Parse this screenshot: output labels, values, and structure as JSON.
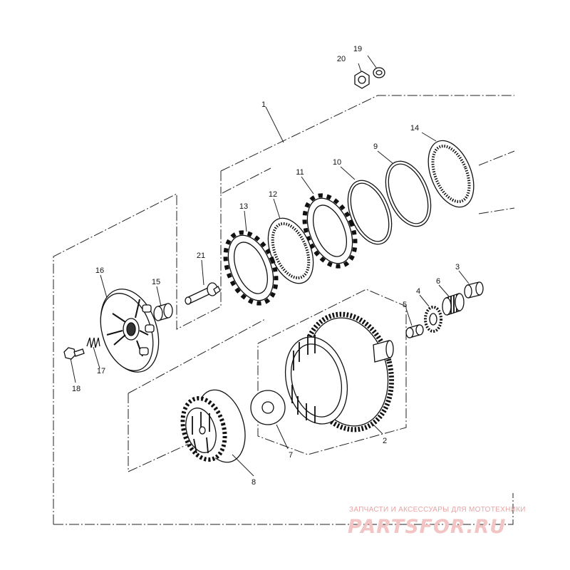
{
  "diagram": {
    "callouts": [
      "1",
      "2",
      "3",
      "4",
      "5",
      "6",
      "7",
      "8",
      "9",
      "10",
      "11",
      "12",
      "13",
      "14",
      "15",
      "16",
      "17",
      "18",
      "19",
      "20",
      "21"
    ]
  },
  "watermark": {
    "caption": "ЗАПЧАСТИ И АКСЕССУАРЫ ДЛЯ МОТОТЕХНИКИ",
    "brand": "PARTSFOR.RU",
    "color": "#e9a3a3"
  }
}
